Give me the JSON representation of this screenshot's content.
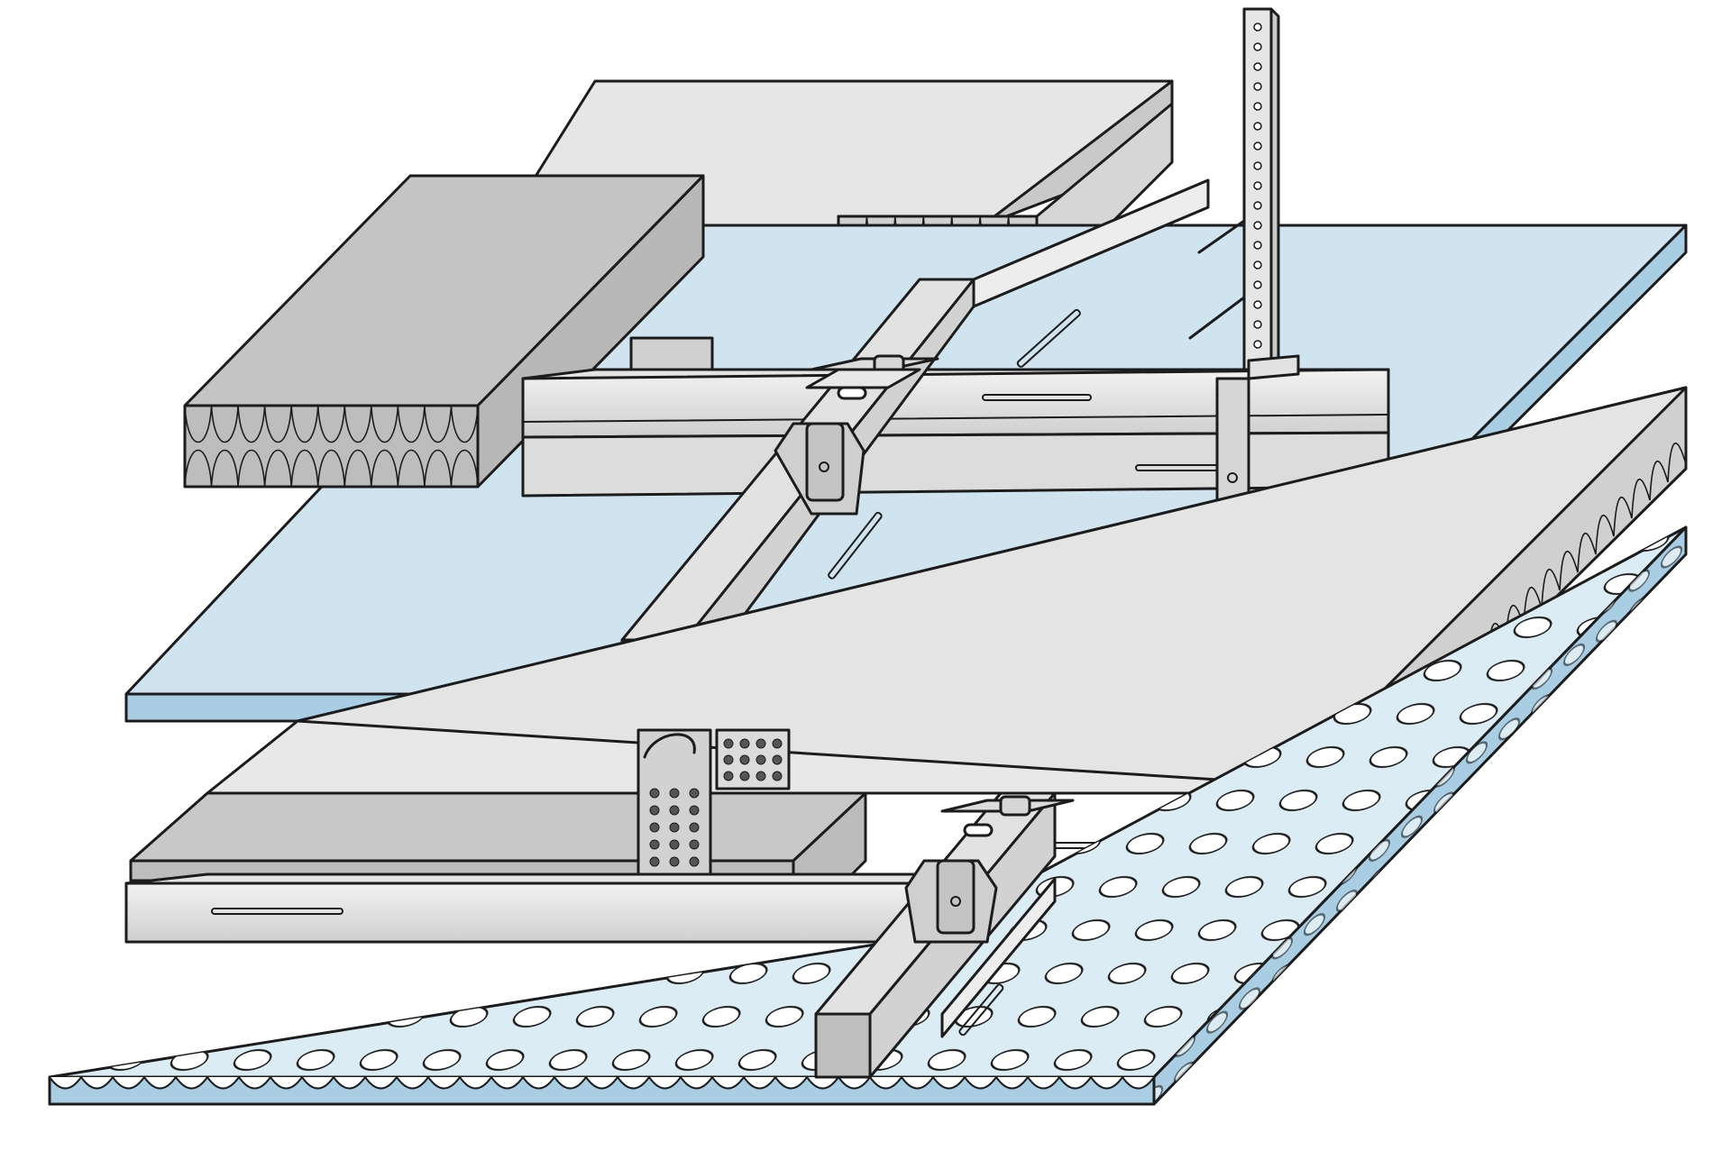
{
  "colors": {
    "outline": "#1c1c1c",
    "background": "#ffffff",
    "board_top": "#cfe4ef",
    "board_edge": "#a9cde2",
    "insulation_top": "#c4c4c4",
    "insulation_side": "#d0d0d0",
    "insulation_front": "#bdbdbd",
    "grey_panel_top": "#e6e6e6",
    "grey_panel_side": "#c9c9c9",
    "metal_light": "#ececec",
    "metal_mid": "#d6d6d6",
    "metal_dark": "#a9a9a9",
    "perforated_board_top": "#dcecf4",
    "perforated_board_edge": "#a9cde2"
  },
  "components": [
    {
      "id": "insulation-block-upper",
      "icon": "insulation-block-icon"
    },
    {
      "id": "grey-panel-upper",
      "icon": "panel-icon"
    },
    {
      "id": "insulation-strip-upper",
      "icon": "insulation-strip-icon"
    },
    {
      "id": "hanger-rod",
      "icon": "perforated-hanger-icon"
    },
    {
      "id": "main-channel-upper",
      "icon": "c-channel-icon"
    },
    {
      "id": "furring-channel-upper",
      "icon": "c-channel-icon"
    },
    {
      "id": "cross-connector-upper",
      "icon": "cross-clip-icon"
    },
    {
      "id": "gypsum-board",
      "icon": "board-icon"
    },
    {
      "id": "screw",
      "icon": "screw-icon"
    },
    {
      "id": "grey-panel-lower",
      "icon": "panel-icon"
    },
    {
      "id": "insulation-block-lower",
      "icon": "insulation-block-icon"
    },
    {
      "id": "insulation-layer-right",
      "icon": "insulation-strip-icon"
    },
    {
      "id": "perforated-hanger-bracket",
      "icon": "perforated-bracket-icon"
    },
    {
      "id": "main-channel-lower",
      "icon": "c-channel-icon"
    },
    {
      "id": "furring-channel-lower",
      "icon": "c-channel-icon"
    },
    {
      "id": "cross-connector-lower",
      "icon": "cross-clip-icon"
    },
    {
      "id": "perforated-acoustic-board",
      "icon": "perforated-board-icon"
    }
  ]
}
